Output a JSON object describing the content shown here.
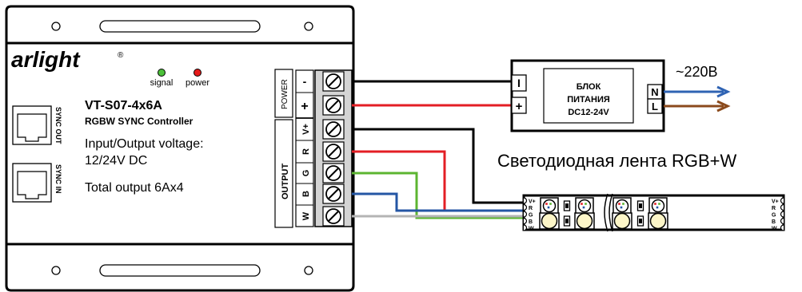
{
  "controller": {
    "brand": "arlight",
    "brand_mark": "®",
    "indicators": {
      "signal_label": "signal",
      "signal_color": "#4cc03a",
      "power_label": "power",
      "power_color": "#e51a1a"
    },
    "model": "VT-S07-4x6A",
    "subtitle": "RGBW SYNC Controller",
    "io_voltage_line1": "Input/Output voltage:",
    "io_voltage_line2": "12/24V DC",
    "total_output": "Total output 6Ax4",
    "ports": {
      "sync_out": "SYNC OUT",
      "sync_in": "SYNC IN"
    },
    "terminal_groups": {
      "power": "POWER",
      "output": "OUTPUT"
    },
    "terminals": {
      "minus": "-",
      "plus": "+",
      "v_plus": "V+",
      "r": "R",
      "g": "G",
      "b": "B",
      "w": "W"
    }
  },
  "power_supply": {
    "line1": "БЛОК",
    "line2": "ПИТАНИЯ",
    "line3": "DC12-24V",
    "terminal_neg": "I",
    "terminal_pos": "+",
    "terminal_n": "N",
    "terminal_l": "L",
    "mains_label": "~220В"
  },
  "led_strip": {
    "title": "Светодиодная лента RGB+W",
    "pins": [
      "V+",
      "R",
      "G",
      "B",
      "W"
    ]
  },
  "colors": {
    "wire_black": "#000000",
    "wire_red": "#e31e24",
    "wire_green": "#5cb531",
    "wire_blue": "#2456a4",
    "wire_white": "#b4b4b4",
    "mains_n": "#2f63b3",
    "mains_l": "#8b4a1c"
  }
}
